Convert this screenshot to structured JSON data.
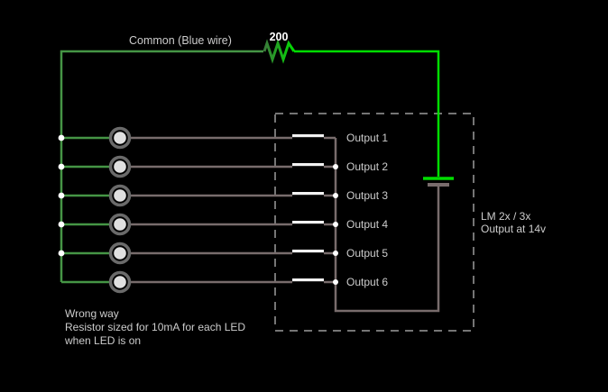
{
  "diagram": {
    "common_wire_label": "Common (Blue wire)",
    "resistor_value": "200",
    "outputs": [
      "Output 1",
      "Output 2",
      "Output 3",
      "Output 4",
      "Output 5",
      "Output 6"
    ],
    "module_note": {
      "line1": "LM 2x / 3x",
      "line2": "Output at 14v"
    },
    "annotation": {
      "line1": "Wrong way",
      "line2": "Resistor sized for 10mA for each LED",
      "line3": "when LED is on"
    }
  },
  "colors": {
    "background": "#000000",
    "wire_green": "#459545",
    "wire_green_dim": "#3a7a3a",
    "wire_bright": "#00dd00",
    "wire_gray": "#786c6c",
    "led_ring": "#6a6a6a",
    "led_body": "#e0e0e0",
    "pin_white": "#f2f2f2",
    "junction_white": "#ffffff",
    "dashed_border": "#757575",
    "text": "#cccccc",
    "text_bright": "#ffffff"
  }
}
